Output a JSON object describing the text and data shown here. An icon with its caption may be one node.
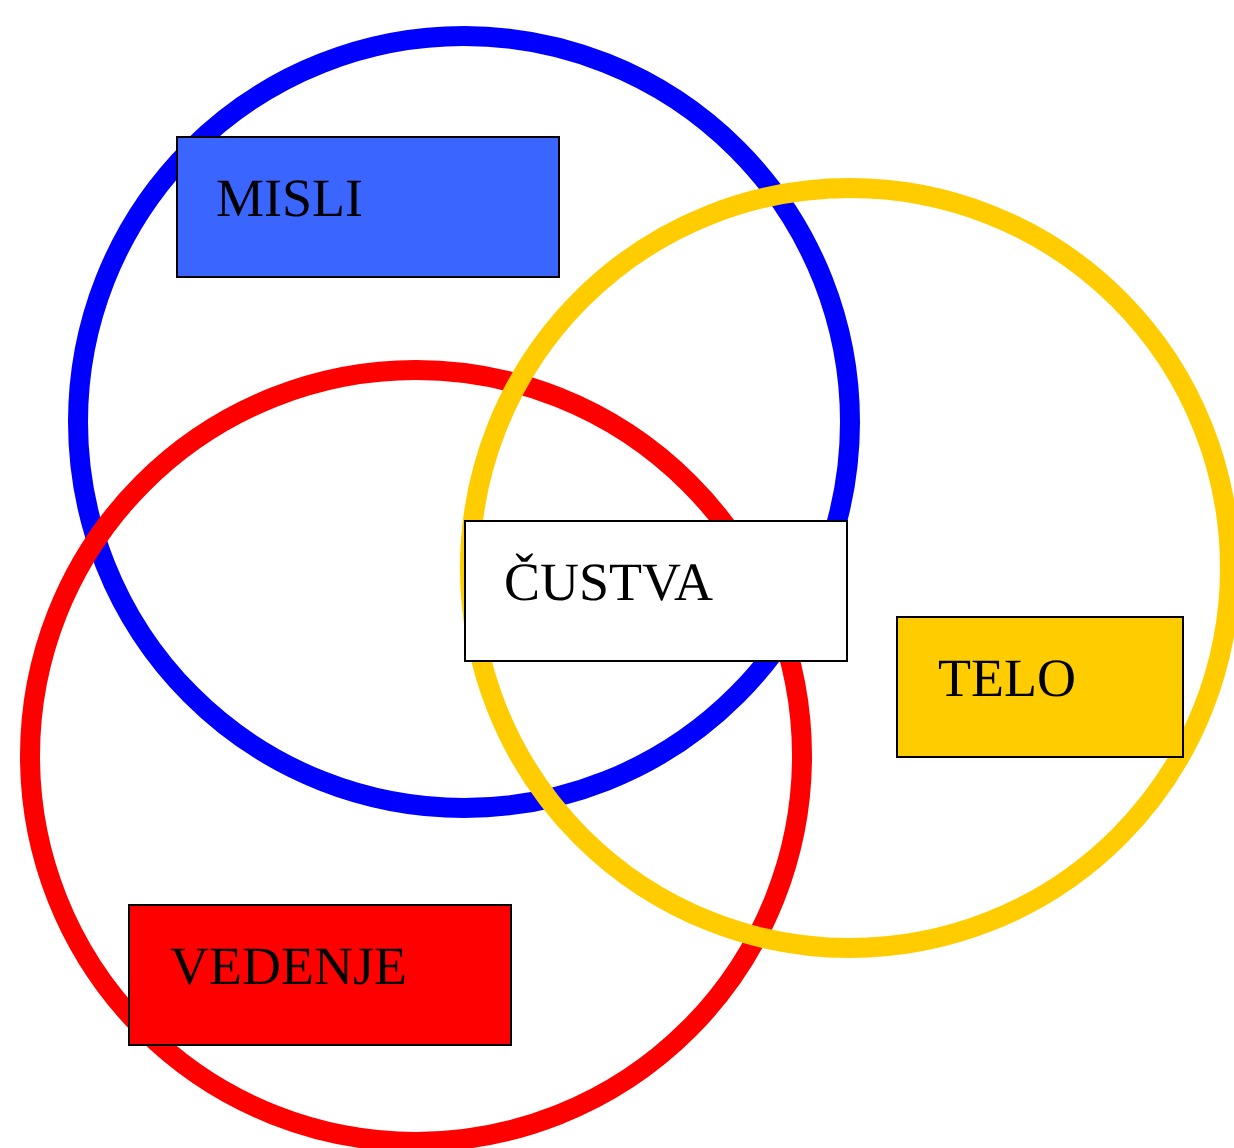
{
  "diagram": {
    "nodes": [
      {
        "text": [
          "MISLI"
        ]
      },
      {
        "text": [
          "ČUSTVA"
        ]
      },
      {
        "text": [
          "TELO"
        ]
      },
      {
        "text": [
          "VEDENJE"
        ]
      }
    ]
  }
}
